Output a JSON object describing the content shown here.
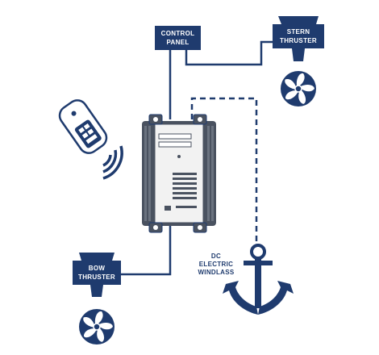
{
  "colors": {
    "navy": "#1f3b6e",
    "panel": "#4a5260",
    "panel_light": "#e8e8e8",
    "wire": "#1f3b6e"
  },
  "labels": {
    "control_panel": [
      "CONTROL",
      "PANEL"
    ],
    "stern_thruster": [
      "STERN",
      "THRUSTER"
    ],
    "bow_thruster": [
      "BOW",
      "THRUSTER"
    ],
    "windlass": [
      "DC",
      "ELECTRIC",
      "WINDLASS"
    ]
  },
  "icons": {
    "remote": "remote-control-icon",
    "signal": "wireless-signal-icon",
    "controller": "control-box-icon",
    "anchor": "anchor-icon",
    "propeller": "propeller-icon"
  }
}
